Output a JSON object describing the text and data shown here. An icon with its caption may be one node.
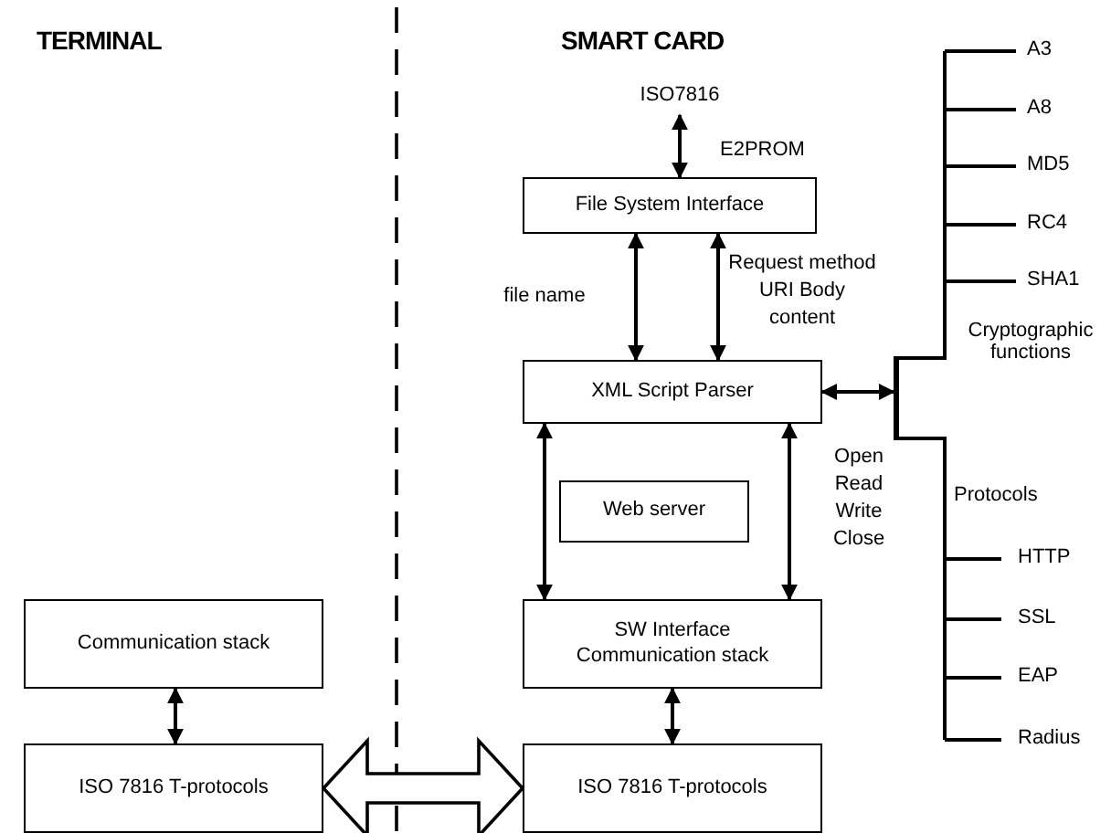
{
  "diagram": {
    "nodes": [
      {
        "text": [
          "File System Interface"
        ]
      },
      {
        "text": [
          "XML Script Parser"
        ]
      },
      {
        "text": [
          "Web server"
        ]
      },
      {
        "text": [
          "SW Interface Communication stack"
        ]
      },
      {
        "text": [
          "ISO 7816 T-protocols"
        ]
      },
      {
        "text": [
          "Communication stack"
        ]
      },
      {
        "text": [
          "ISO 7816 T-protocols"
        ]
      },
      {
        "text": [
          "ISO7816"
        ]
      },
      {
        "text": [],
        "shape": "bar"
      }
    ],
    "edges": [
      {
        "from": 0,
        "to": 7,
        "arrow": "both"
      },
      {
        "from": 1,
        "to": 0,
        "arrow": "both",
        "label": "file name"
      },
      {
        "from": 1,
        "to": 0,
        "arrow": "both",
        "label": "Request method URI Body content"
      },
      {
        "from": 1,
        "to": 3,
        "arrow": "both"
      },
      {
        "from": 1,
        "to": 3,
        "arrow": "both",
        "label": "Open Read Write Close"
      },
      {
        "from": 3,
        "to": 4,
        "arrow": "both"
      },
      {
        "from": 5,
        "to": 6,
        "arrow": "both"
      },
      {
        "from": 6,
        "to": 4,
        "arrow": "both",
        "style": "thick"
      },
      {
        "from": 1,
        "to": 8,
        "arrow": "both"
      }
    ],
    "labels": [
      "TERMINAL",
      "SMART CARD",
      "E2PROM",
      "A3",
      "A8",
      "MD5",
      "RC4",
      "SHA1",
      "Cryptographic functions",
      "Protocols",
      "HTTP",
      "SSL",
      "EAP",
      "Radius"
    ]
  }
}
